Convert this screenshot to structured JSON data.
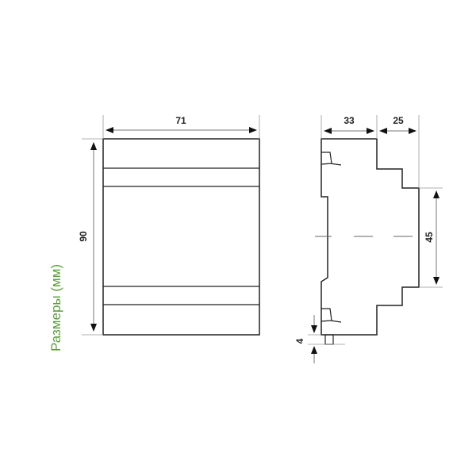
{
  "caption": "Размеры (мм)",
  "caption_color": "#5a9e3a",
  "front_view": {
    "width_label": "71",
    "height_label": "90"
  },
  "side_view": {
    "depth_label": "33",
    "step_label": "25",
    "front_height_label": "45",
    "foot_label": "4"
  }
}
